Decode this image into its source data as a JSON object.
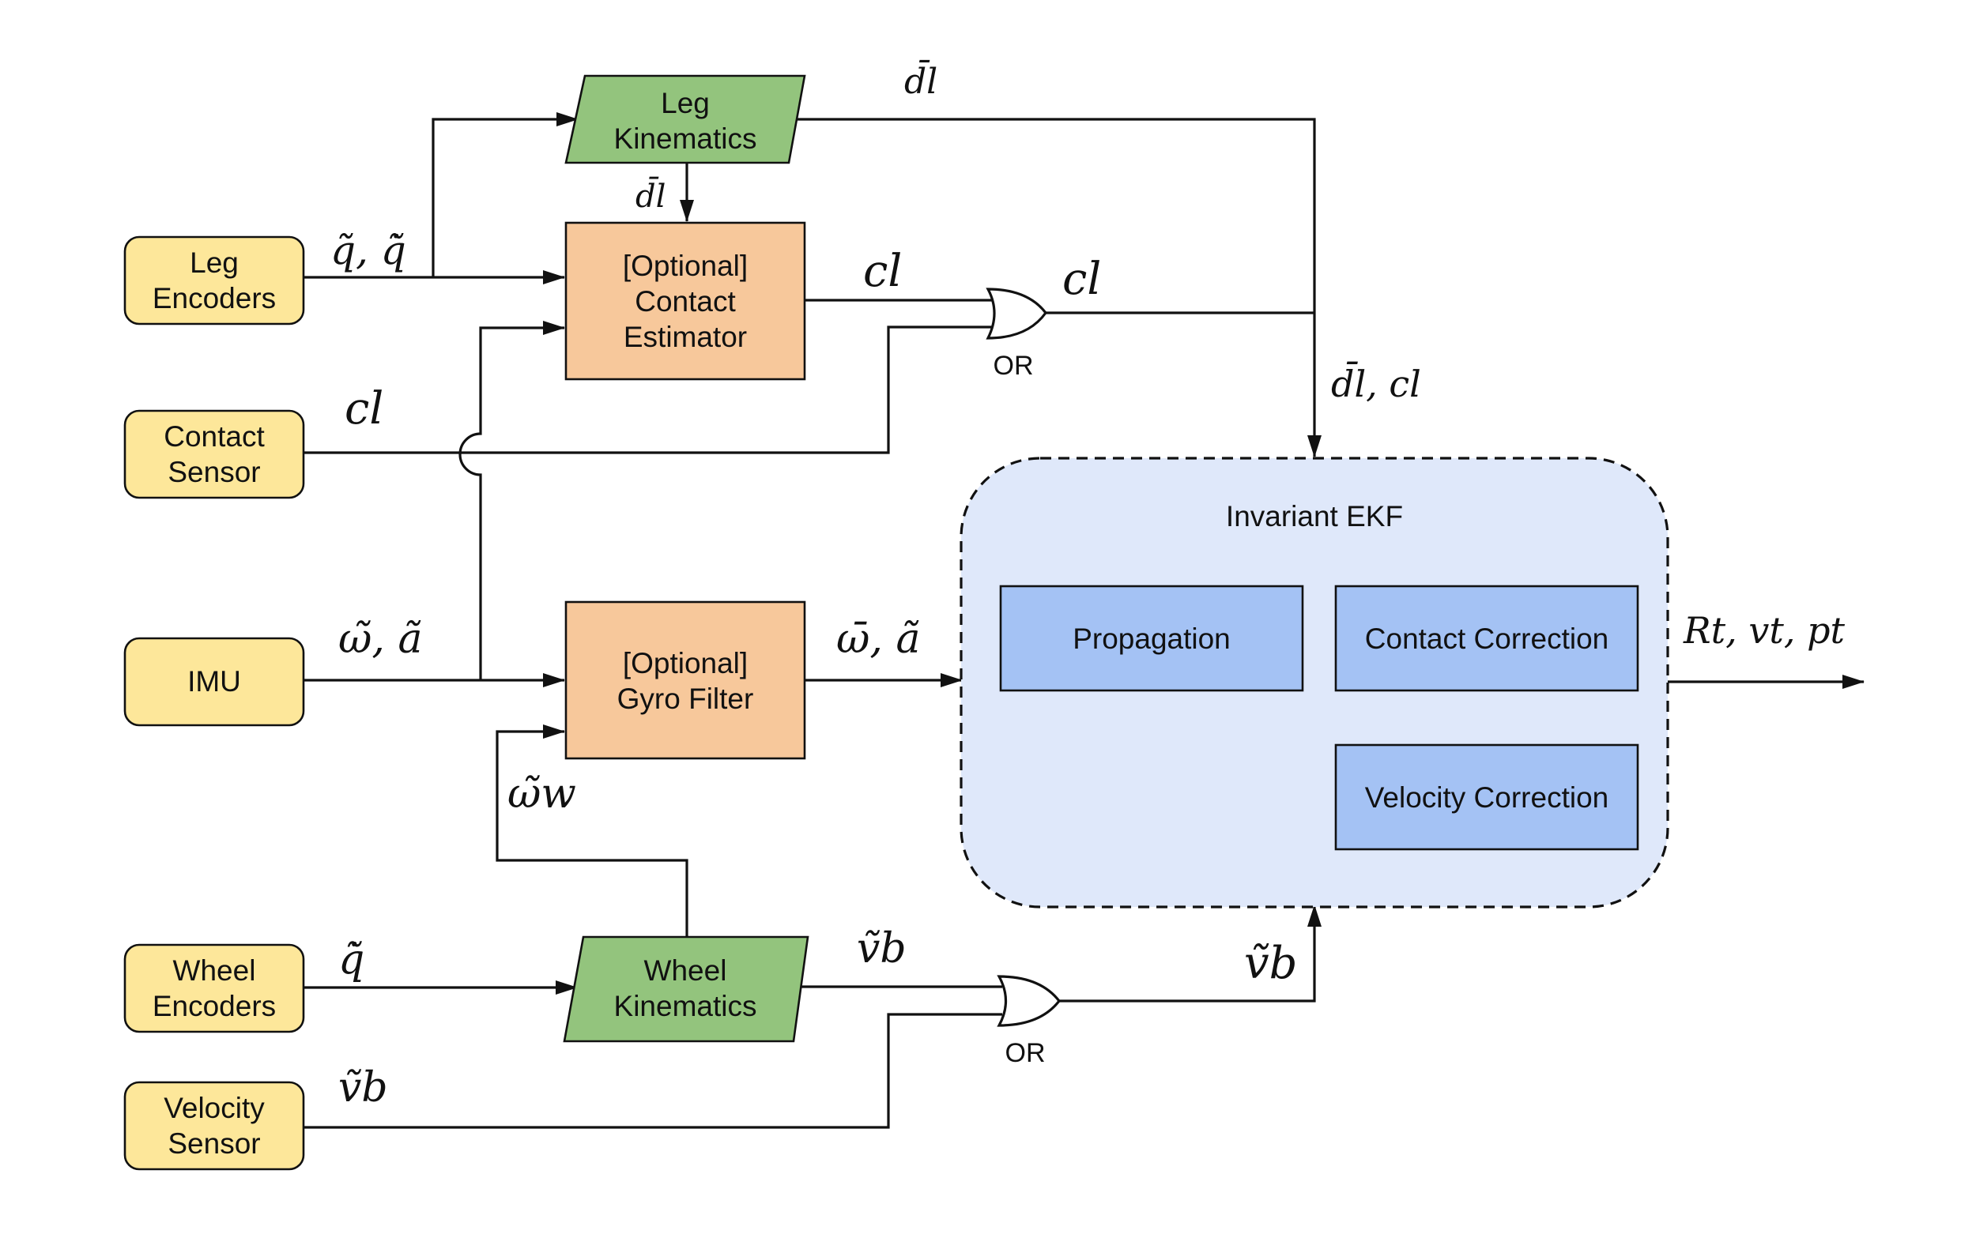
{
  "colors": {
    "sensor_fill": "#fde79a",
    "estimator_fill": "#f7c89b",
    "kinematics_fill": "#93c47d",
    "ekf_fill": "#dfe8fa",
    "ekf_module_fill": "#a4c2f4",
    "line": "#111111"
  },
  "sensors": {
    "leg_encoders": [
      "Leg",
      "Encoders"
    ],
    "contact_sensor": [
      "Contact",
      "Sensor"
    ],
    "imu": [
      "IMU"
    ],
    "wheel_encoders": [
      "Wheel",
      "Encoders"
    ],
    "velocity_sensor": [
      "Velocity",
      "Sensor"
    ]
  },
  "blocks": {
    "leg_kinematics": [
      "Leg",
      "Kinematics"
    ],
    "contact_estimator": [
      "[Optional]",
      "Contact",
      "Estimator"
    ],
    "gyro_filter": [
      "[Optional]",
      "Gyro Filter"
    ],
    "wheel_kinematics": [
      "Wheel",
      "Kinematics"
    ]
  },
  "gates": {
    "contact_or": "OR",
    "velocity_or": "OR"
  },
  "ekf": {
    "title": "Invariant EKF",
    "propagation": "Propagation",
    "contact_correction": "Contact Correction",
    "velocity_correction": "Velocity Correction"
  },
  "signals": {
    "leg_encoder_out": "q̃, q̃̇",
    "contact_sensor_out": "cl",
    "imu_out": "ω̃, ã",
    "wheel_encoder_out": "q̃̇",
    "velocity_sensor_out": "ṽb",
    "leg_kin_out": "d̄l",
    "leg_kin_down": "d̄l",
    "contact_est_out": "cl",
    "contact_or_out": "cl",
    "ekf_contact_in": "d̄l, cl",
    "gyro_filter_out": "ω̄, ã",
    "wheel_gyro": "ω̃w",
    "wheel_kin_out": "ṽb",
    "velocity_or_out": "ṽb",
    "ekf_out": "Rt, vt, pt"
  }
}
